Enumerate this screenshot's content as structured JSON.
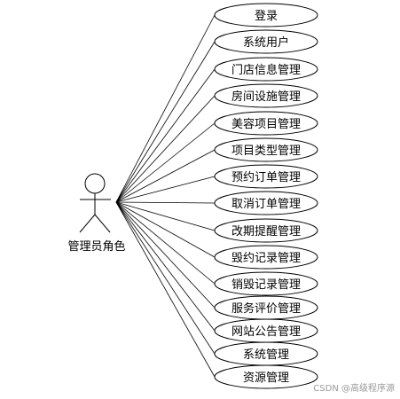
{
  "diagram": {
    "actor": {
      "label": "管理员角色"
    },
    "use_cases": [
      {
        "label": "登录"
      },
      {
        "label": "系统用户"
      },
      {
        "label": "门店信息管理"
      },
      {
        "label": "房间设施管理"
      },
      {
        "label": "美容项目管理"
      },
      {
        "label": "项目类型管理"
      },
      {
        "label": "预约订单管理"
      },
      {
        "label": "取消订单管理"
      },
      {
        "label": "改期提醒管理"
      },
      {
        "label": "毁约记录管理"
      },
      {
        "label": "销毁记录管理"
      },
      {
        "label": "服务评价管理"
      },
      {
        "label": "网站公告管理"
      },
      {
        "label": "系统管理"
      },
      {
        "label": "资源管理"
      }
    ]
  },
  "watermark": "CSDN @高级程序源"
}
